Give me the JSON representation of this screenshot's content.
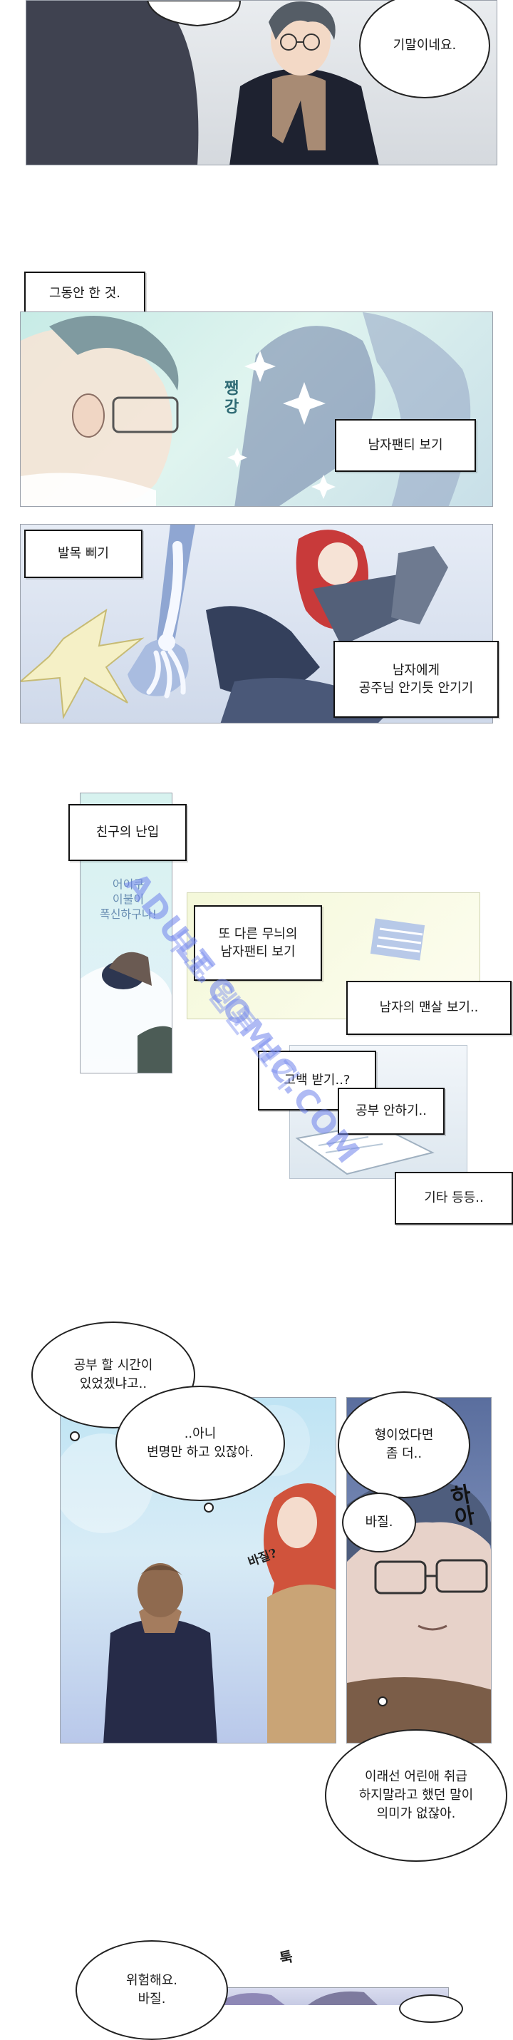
{
  "captions": {
    "meanwhile": "그동안 한 것.",
    "underwear": "남자팬티 보기",
    "ankle": "발목 삐기",
    "princess_carry": "남자에게\n공주님 안기듯 안기기",
    "friend_intrusion": "친구의 난입",
    "another_underwear": "또 다른 무늬의\n남자팬티 보기",
    "bare_skin": "남자의 맨살 보기..",
    "confession": "고백 받기..?",
    "no_study": "공부 안하기..",
    "etc": "기타 등등.."
  },
  "bubbles": {
    "exam": "기말이네요.",
    "study_time": "공부 할 시간이\n있었겠냐고..",
    "excuse": "..아니\n변명만 하고 있잖아.",
    "if_brother": "형이었다면\n좀 더..",
    "basil": "바질.",
    "meaningless": "이래선 어린애 취급\n하지말라고 했던 말이\n의미가 없잖아.",
    "dangerous": "위험해요.\n바질."
  },
  "sfx": {
    "sparkle": "쨍\n강",
    "basil_whisper": "바질?",
    "sigh": "하\n아",
    "thud": "툭"
  },
  "panel_text": {
    "friend_exclaim": "어이쿠\n이불이\n폭신하구나!"
  },
  "watermark": {
    "line1": "ADULT.COMIC.COM",
    "line2": "무료 웹툰 보기"
  },
  "colors": {
    "caption_border": "#111111",
    "watermark": "#6e82eb"
  }
}
